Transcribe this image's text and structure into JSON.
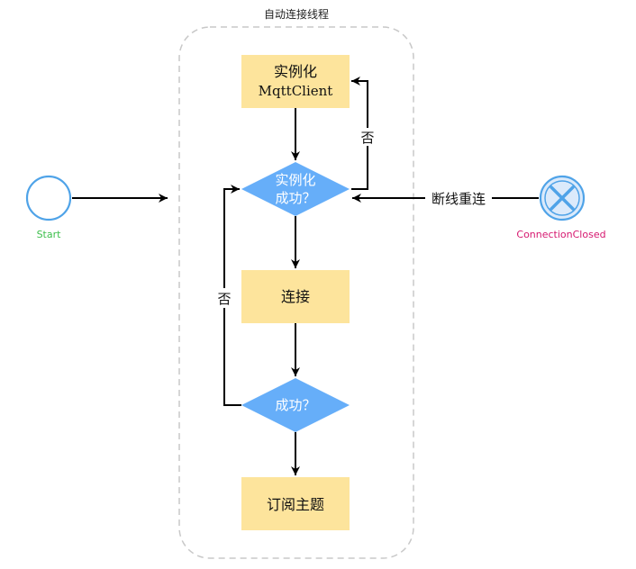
{
  "pool": {
    "title": "自动连接线程"
  },
  "start_event": {
    "label": "Start",
    "color": "#3dbf4c"
  },
  "closed_event": {
    "label": "ConnectionClosed",
    "color": "#d6176f"
  },
  "nodes": {
    "instantiate": {
      "line1": "实例化",
      "line2": "MqttClient"
    },
    "check_instantiate": {
      "line1": "实例化",
      "line2": "成功？"
    },
    "connect": {
      "label": "连接"
    },
    "check_connect": {
      "label": "成功？"
    },
    "subscribe": {
      "label": "订阅主题"
    }
  },
  "edges": {
    "no_instantiate": "否",
    "no_connect": "否",
    "reconnect": "断线重连"
  },
  "colors": {
    "task_fill": "#fde49c",
    "decision_fill": "#66aef9",
    "event_stroke": "#4fa3e8",
    "event_fill": "#dbeafb",
    "pool_stroke": "#c8c8c8",
    "arrow": "#000000"
  }
}
